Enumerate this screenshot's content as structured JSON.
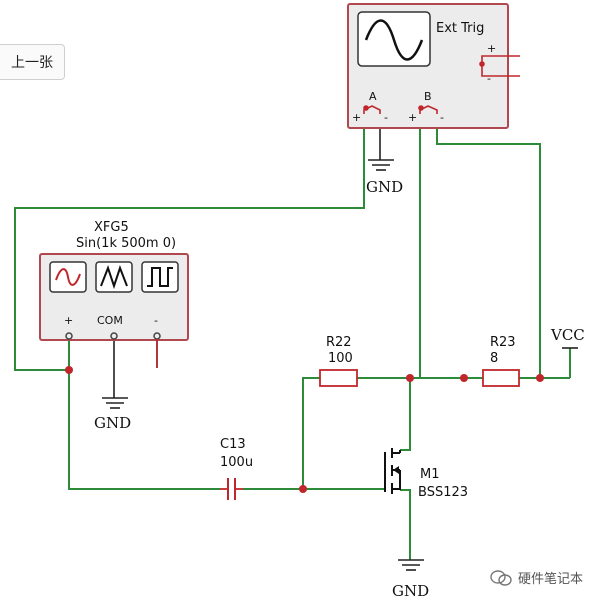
{
  "nav": {
    "prev_label": "上一张"
  },
  "oscilloscope": {
    "ext_trig_label": "Ext Trig",
    "channel_a": "A",
    "channel_b": "B",
    "plus": "+",
    "minus": "-"
  },
  "generator": {
    "name": "XFG5",
    "spec": "Sin(1k 500m 0)",
    "plus": "+",
    "com": "COM",
    "minus": "-"
  },
  "components": {
    "r22_name": "R22",
    "r22_value": "100",
    "r23_name": "R23",
    "r23_value": "8",
    "c13_name": "C13",
    "c13_value": "100u",
    "m1_name": "M1",
    "m1_part": "BSS123",
    "vcc": "VCC",
    "gnd": "GND"
  },
  "watermark": {
    "text": "硬件笔记本"
  },
  "colors": {
    "wire_green": "#2e8b3a",
    "node_red": "#c0262b",
    "instrument_border": "#b0484f",
    "component_red": "#c0262b"
  }
}
